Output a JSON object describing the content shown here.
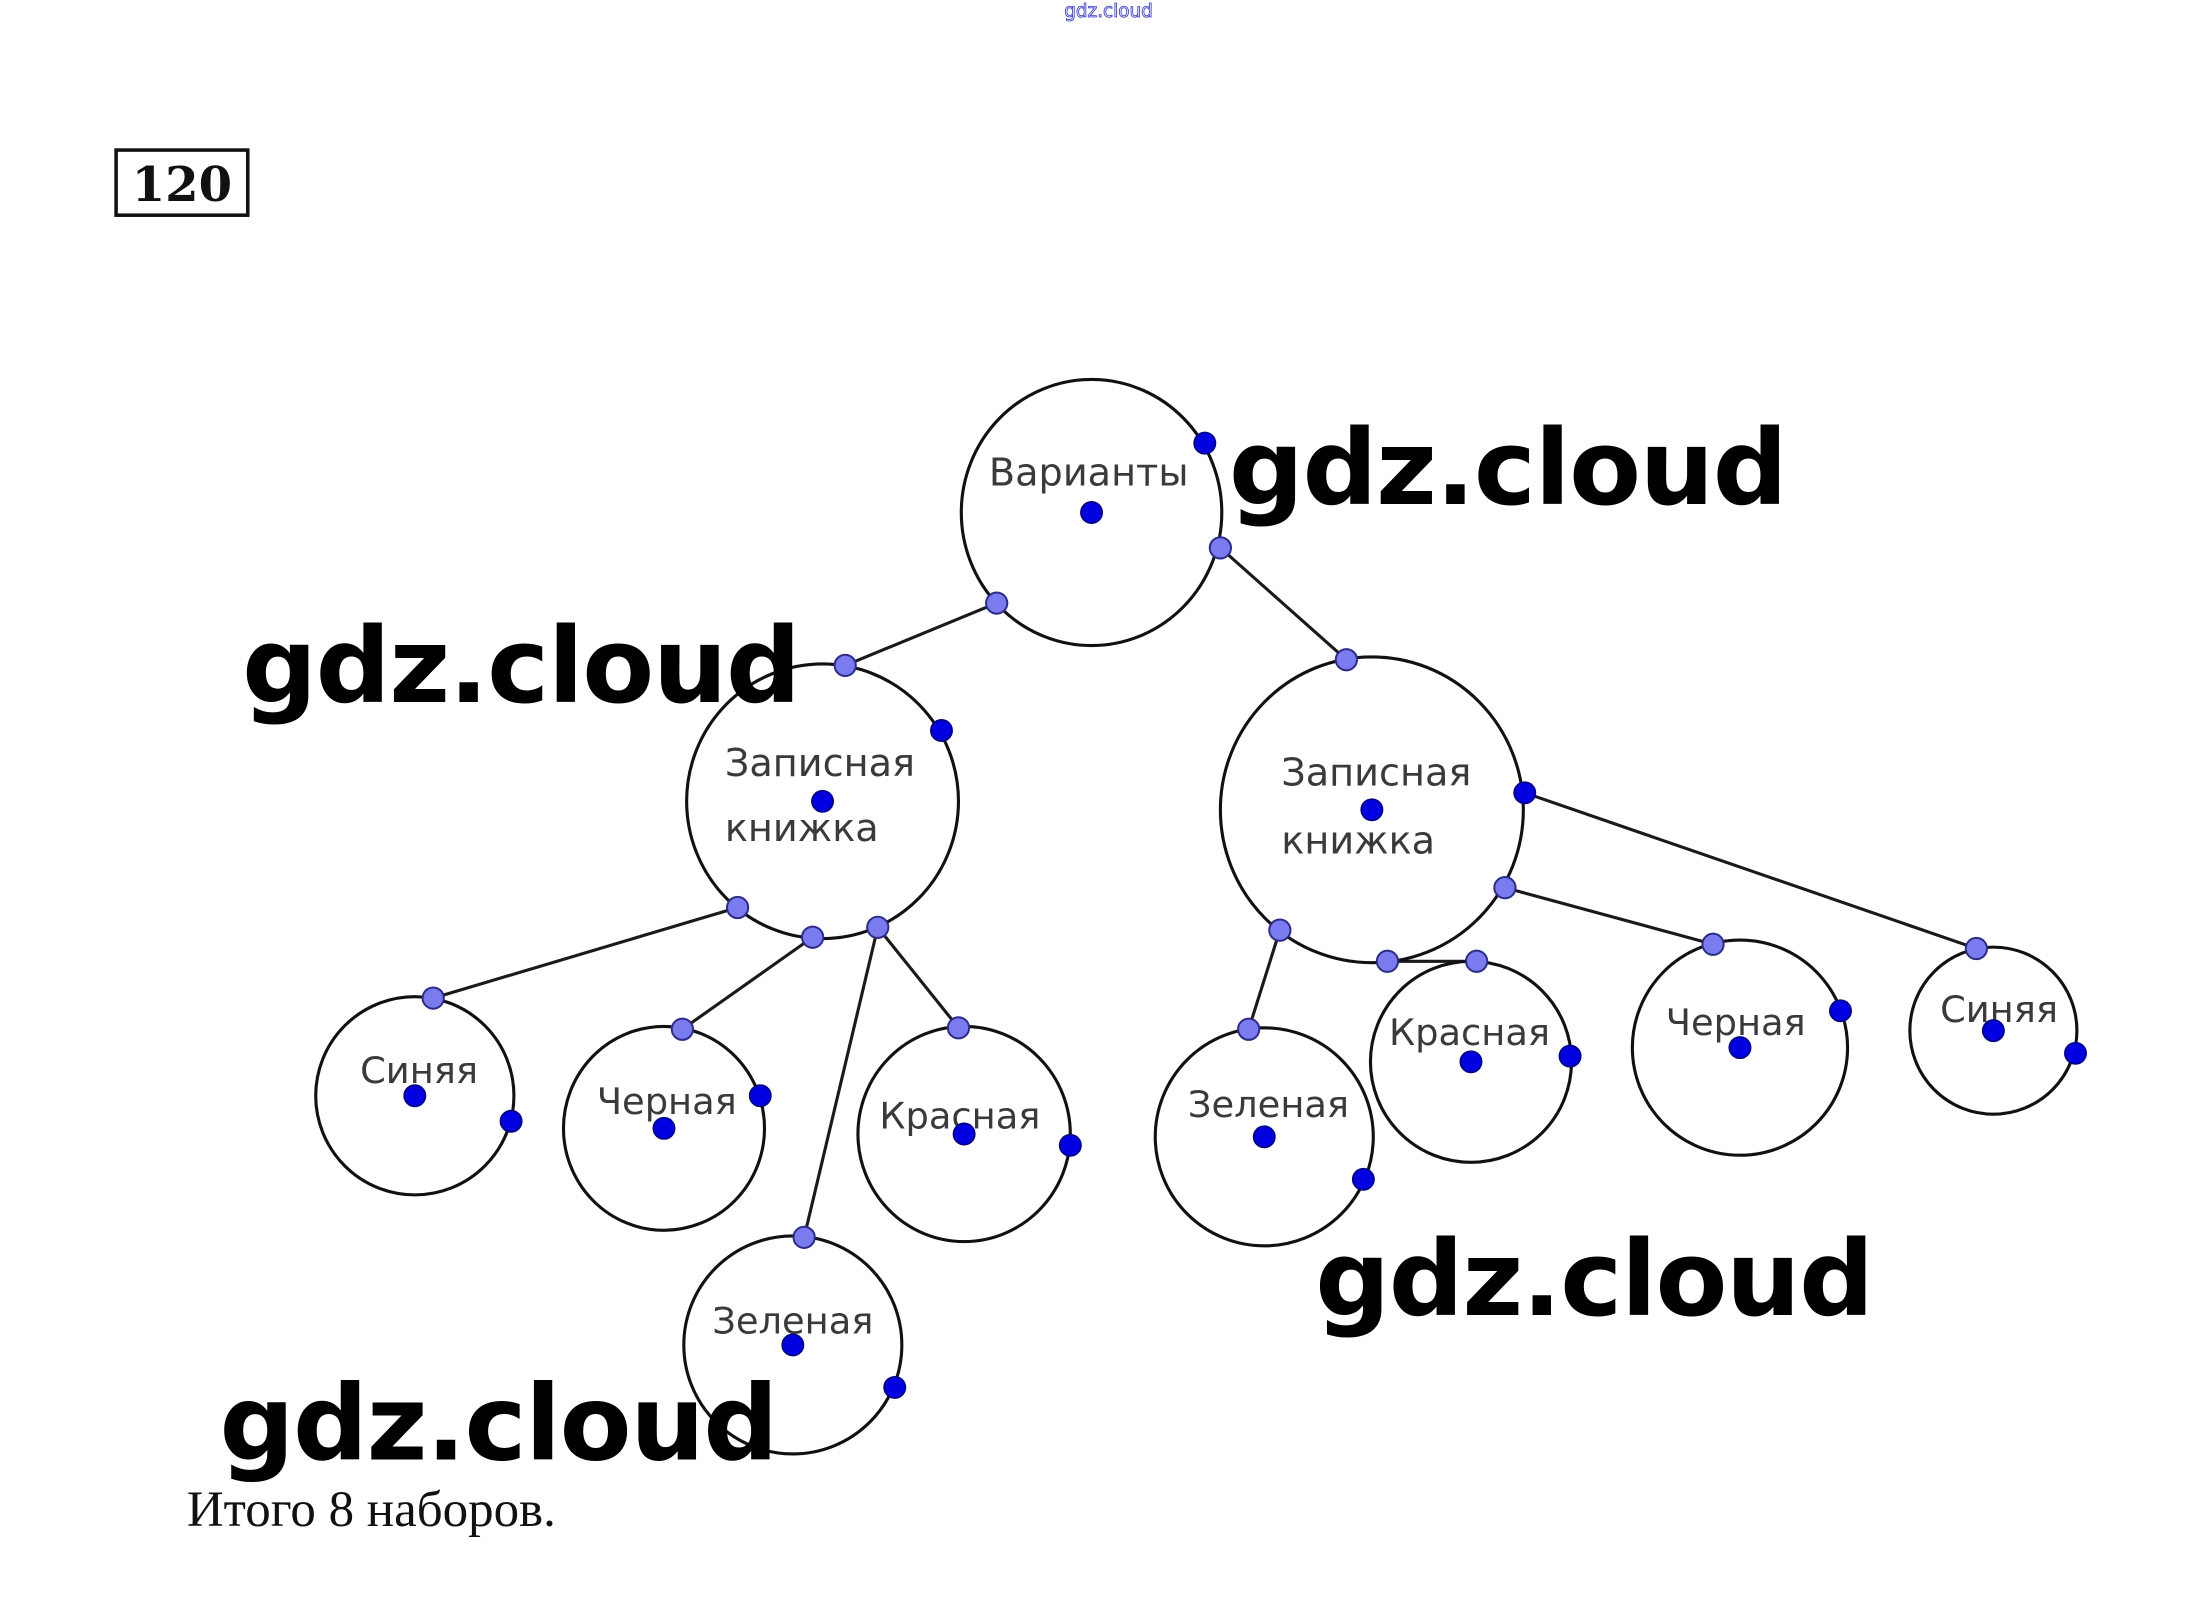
{
  "header": {
    "site_watermark": "gdz.cloud",
    "task_number": "120"
  },
  "tree": {
    "root": {
      "id": "root",
      "label": "Варианты"
    },
    "level1": [
      {
        "id": "nb-left",
        "label_line1": "Записная",
        "label_line2": "книжка"
      },
      {
        "id": "nb-right",
        "label_line1": "Записная",
        "label_line2": "книжка"
      }
    ],
    "leaves_left": [
      {
        "id": "l-blue",
        "label": "Синяя"
      },
      {
        "id": "l-black",
        "label": "Черная"
      },
      {
        "id": "l-green",
        "label": "Зеленая"
      },
      {
        "id": "l-red",
        "label": "Красная"
      }
    ],
    "leaves_right": [
      {
        "id": "r-green",
        "label": "Зеленая"
      },
      {
        "id": "r-red",
        "label": "Красная"
      },
      {
        "id": "r-black",
        "label": "Черная"
      },
      {
        "id": "r-blue",
        "label": "Синяя"
      }
    ],
    "point_colors": {
      "connector": "#7b7bf0",
      "center": "#0000e0"
    }
  },
  "watermarks": [
    "gdz.cloud",
    "gdz.cloud",
    "gdz.cloud",
    "gdz.cloud"
  ],
  "footer": {
    "summary": "Итого 8 наборов."
  }
}
